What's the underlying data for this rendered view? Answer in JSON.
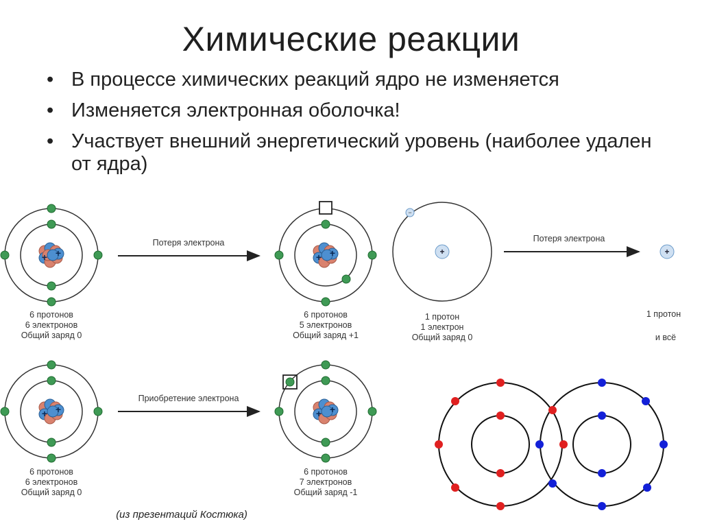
{
  "title": "Химические реакции",
  "bullets": [
    "В процессе химических реакций ядро не изменяется",
    "Изменяется электронная оболочка!",
    "Участвует внешний энергетический уровень (наиболее удален от ядра)"
  ],
  "bullet_symbol": "•",
  "diagram": {
    "arrows": {
      "loss": "Потеря электрона",
      "gain": "Приобретение электрона"
    },
    "carbon_neutral_top": [
      "6 протонов",
      "6 электронов",
      "Общий заряд 0"
    ],
    "carbon_ion_plus": [
      "6 протонов",
      "5 электронов",
      "Общий заряд +1"
    ],
    "hydrogen": [
      "1 протон",
      "1 электрон",
      "Общий заряд 0"
    ],
    "hydrogen_ion": [
      "1 протон",
      "и всё"
    ],
    "carbon_neutral_bottom": [
      "6 протонов",
      "6 электронов",
      "Общий заряд 0"
    ],
    "carbon_ion_minus": [
      "6 протонов",
      "7 электронов",
      "Общий заряд -1"
    ],
    "electron_sign": "−",
    "proton_sign": "+"
  },
  "source_note": "(из презентаций Костюка)",
  "colors": {
    "electron": "#3f9a55",
    "electron_dark": "#1e6a2f",
    "proton_blue": "#4d8fd0",
    "neutron_red": "#d9826e",
    "molecule_red": "#e02020",
    "molecule_blue": "#1320d8"
  }
}
